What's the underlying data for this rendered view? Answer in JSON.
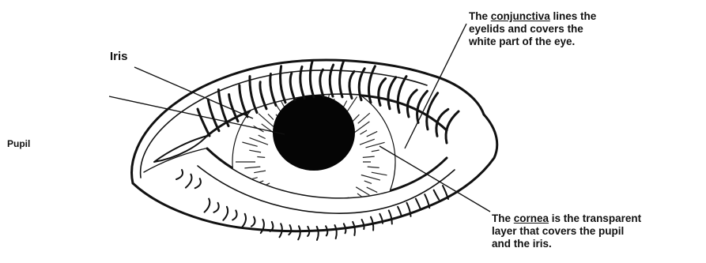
{
  "labels": {
    "iris": "Iris",
    "pupil": "Pupil",
    "conjunctiva": {
      "lead": "The ",
      "term": "conjunctiva",
      "line1_rest": " lines the",
      "line2": "eyelids and covers the",
      "line3": "white part of the eye."
    },
    "cornea": {
      "lead": "The ",
      "term": "cornea",
      "line1_rest": " is the transparent",
      "line2": "layer that covers the pupil",
      "line3": "and the iris."
    }
  },
  "colors": {
    "ink": "#111111",
    "background": "#ffffff"
  }
}
